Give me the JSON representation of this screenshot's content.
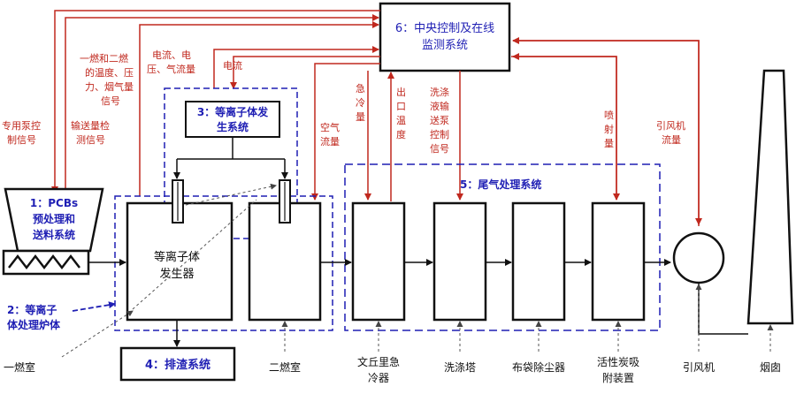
{
  "central_control": {
    "line1": "6：中央控制及在线",
    "line2": "监测系统"
  },
  "plasma_generation": {
    "line1": "3：等离子体发",
    "line2": "生系统"
  },
  "pcbs_pretreatment": {
    "line1": "1：PCBs",
    "line2": "预处理和",
    "line3": "送料系统"
  },
  "furnace_body": {
    "line1": "2：等离子",
    "line2": "体处理炉体"
  },
  "slag_system": {
    "label": "4：排渣系统"
  },
  "exhaust_system": {
    "label": "5：尾气处理系统"
  },
  "plasma_generator": {
    "line1": "等离子体",
    "line2": "发生器"
  },
  "signals": {
    "pump_control": [
      "专用泵控",
      "制信号"
    ],
    "feed_detect": [
      "输送量检",
      "测信号"
    ],
    "temp_pressure": [
      "一燃和二燃",
      "的温度、压",
      "力、烟气量",
      "信号"
    ],
    "current_voltage": [
      "电流、电",
      "压、气流量"
    ],
    "current": "电流",
    "air_flow": [
      "空气",
      "流量"
    ],
    "quench": [
      "急",
      "冷",
      "量"
    ],
    "outlet_temp": [
      "出",
      "口",
      "温",
      "度"
    ],
    "washing_pump": [
      "洗涤",
      "液输",
      "送泵",
      "控制",
      "信号"
    ],
    "spray": [
      "喷",
      "射",
      "量"
    ],
    "fan_flow": [
      "引风机",
      "流量"
    ]
  },
  "components": {
    "primary_chamber": "一燃室",
    "secondary_chamber": "二燃室",
    "venturi": [
      "文丘里急",
      "冷器"
    ],
    "scrubber": "洗涤塔",
    "bag_filter": "布袋除尘器",
    "carbon_adsorber": [
      "活性炭吸",
      "附装置"
    ],
    "fan": "引风机",
    "chimney": "烟囱"
  },
  "colors": {
    "red": "#c0281e",
    "blue": "#1f1fb4",
    "black": "#111111"
  }
}
